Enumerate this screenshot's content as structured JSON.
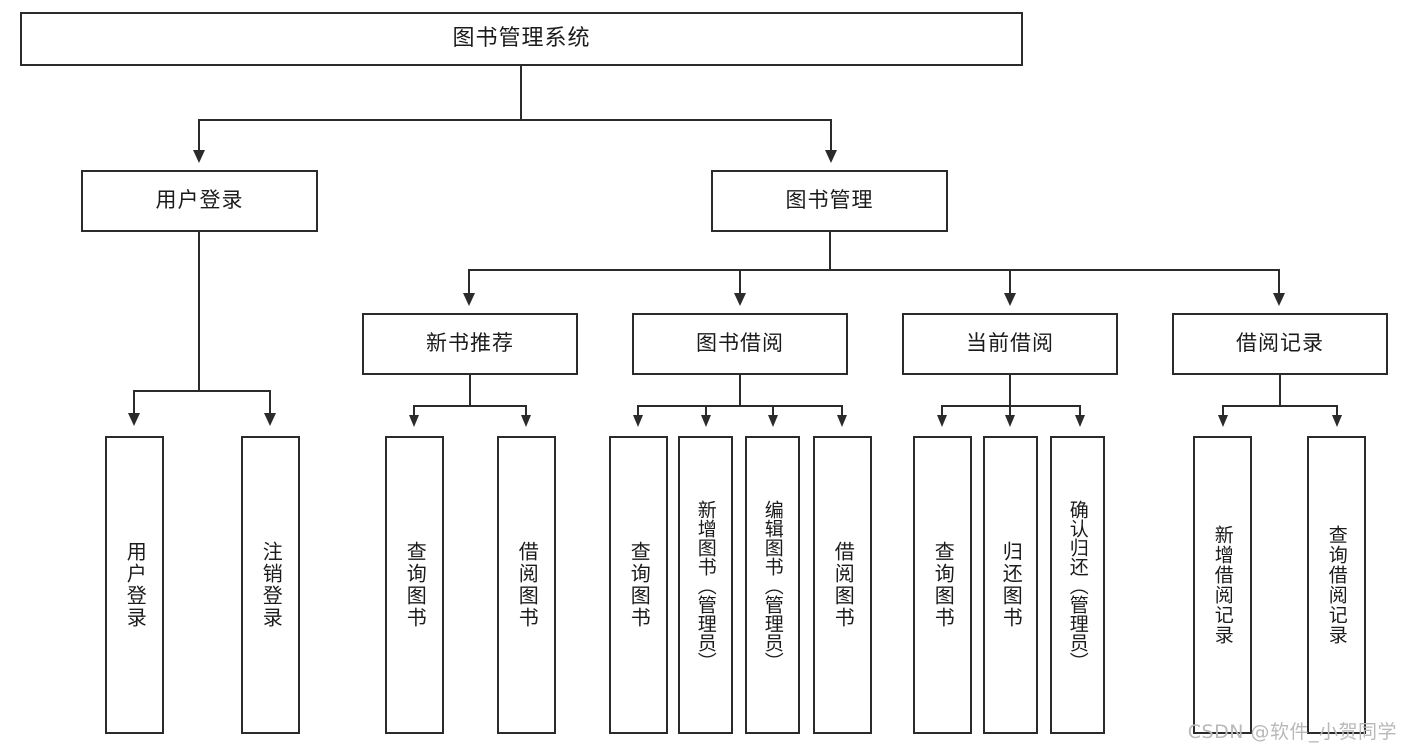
{
  "diagram": {
    "title": "图书管理系统",
    "type": "tree",
    "watermark": "CSDN @软件_小贺同学",
    "stroke_color": "#2b2b2b",
    "fill_color": "#ffffff",
    "watermark_color": "#b9b9b9"
  },
  "root": {
    "label": "图书管理系统"
  },
  "level2": [
    {
      "label": "用户登录"
    },
    {
      "label": "图书管理"
    }
  ],
  "level3": [
    {
      "label": "新书推荐"
    },
    {
      "label": "图书借阅"
    },
    {
      "label": "当前借阅"
    },
    {
      "label": "借阅记录"
    }
  ],
  "leaves": {
    "user_login": [
      {
        "label": "用户登录"
      },
      {
        "label": "注销登录"
      }
    ],
    "new_book_recommend": [
      {
        "label": "查询图书"
      },
      {
        "label": "借阅图书"
      }
    ],
    "book_borrow": [
      {
        "label": "查询图书"
      },
      {
        "label": "新增图书（管理员）"
      },
      {
        "label": "编辑图书（管理员）"
      },
      {
        "label": "借阅图书"
      }
    ],
    "current_borrow": [
      {
        "label": "查询图书"
      },
      {
        "label": "归还图书"
      },
      {
        "label": "确认归还（管理员）"
      }
    ],
    "borrow_record": [
      {
        "label": "新增借阅记录"
      },
      {
        "label": "查询借阅记录"
      }
    ]
  }
}
